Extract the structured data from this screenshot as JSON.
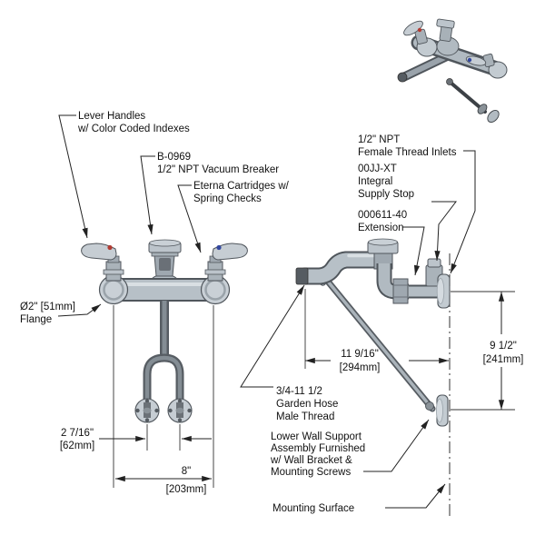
{
  "drawing": {
    "type": "technical-spec-diagram",
    "subject": "wall-mount faucet with vacuum breaker and wall support",
    "labels": {
      "lever": {
        "l1": "Lever  Handles",
        "l2": "w/ Color Coded Indexes"
      },
      "breaker": {
        "l1": "B-0969",
        "l2": "1/2\" NPT Vacuum Breaker"
      },
      "eterna": {
        "l1": "Eterna Cartridges w/",
        "l2": "Spring Checks"
      },
      "flange": {
        "l1": "Ø2\" [51mm]",
        "l2": "Flange"
      },
      "inlets": {
        "l1": "1/2\" NPT",
        "l2": "Female Thread Inlets"
      },
      "supply_stop": {
        "l1": "00JJ-XT",
        "l2": "Integral",
        "l3": "Supply Stop"
      },
      "extension": {
        "l1": "000611-40",
        "l2": "Extension"
      },
      "garden_hose": {
        "l1": "3/4-11 1/2",
        "l2": "Garden Hose",
        "l3": "Male Thread"
      },
      "lower_support": {
        "l1": "Lower Wall Support",
        "l2": "Assembly Furnished",
        "l3": "w/ Wall Bracket &",
        "l4": "Mounting Screws"
      },
      "mounting_surface": {
        "l1": "Mounting Surface"
      }
    },
    "dimensions": {
      "hole_spacing": {
        "value": "2 7/16\"",
        "metric": "[62mm]"
      },
      "center_spread": {
        "value": "8\"",
        "metric": "[203mm]"
      },
      "reach": {
        "value": "11 9/16\"",
        "metric": "[294mm]"
      },
      "height": {
        "value": "9 1/2\"",
        "metric": "[241mm]"
      }
    },
    "colors": {
      "background": "#ffffff",
      "line": "#222222",
      "metal_light": "#c9d0d6",
      "metal_mid": "#aeb7be",
      "metal_dark": "#565c62",
      "red_index": "#b23b32",
      "blue_index": "#33479e"
    }
  }
}
